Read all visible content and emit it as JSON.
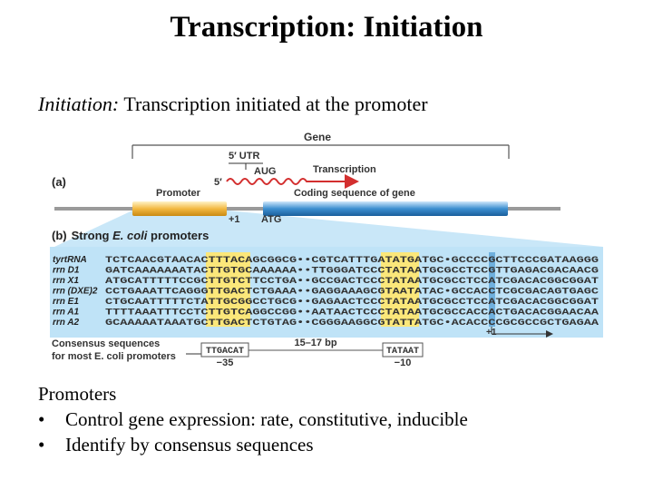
{
  "title": "Transcription: Initiation",
  "subtitle": {
    "lead": "Initiation:",
    "rest": " Transcription initiated at the promoter"
  },
  "figure": {
    "panel_a": {
      "label": "(a)",
      "gene": "Gene",
      "utr": "5′ UTR",
      "aug": "AUG",
      "transcription": "Transcription",
      "five_prime": "5′",
      "promoter": "Promoter",
      "coding": "Coding sequence of gene",
      "plus_one": "+1",
      "atg": "ATG"
    },
    "panel_b": {
      "label": "(b)",
      "title_prefix": "Strong ",
      "title_species": "E. coli",
      "title_suffix": " promoters",
      "rows": [
        {
          "name": "tyrtRNA",
          "seq": "TCTCAACGTAACACTTTACAGCGGCG••CGTCATTTGATATGATGC•GCCCCGCTTCCCGATAAGGG"
        },
        {
          "name": "rrn D1",
          "seq": "GATCAAAAAAATACTTGTGCAAAAAA••TTGGGATCCCTATAATGCGCCTCCGTTGAGACGACAACG"
        },
        {
          "name": "rrn X1",
          "seq": "ATGCATTTTTCCGCTTGTCTTCCTGA••GCCGACTCCCTATAATGCGCCTCCATCGACACGGCGGAT"
        },
        {
          "name": "rrn (DXE)2",
          "seq": "CCTGAAATTCAGGGTTGACTCTGAAA••GAGGAAAGCGTAATATAC•GCCACCTCGCGACAGTGAGC"
        },
        {
          "name": "rrn E1",
          "seq": "CTGCAATTTTTCTATTGCGGCCTGCG••GAGAACTCCCTATAATGCGCCTCCATCGACACGGCGGAT"
        },
        {
          "name": "rrn A1",
          "seq": "TTTTAAATTTCCTCTTGTCAGGCCGG••AATAACTCCCTATAATGCGCCACCACTGACACGGAACAA"
        },
        {
          "name": "rrn A2",
          "seq": "GCAAAAATAAATGCTTGACTCTGTAG••CGGGAAGGCGTATTATGC•ACACCCCGCGCCGCTGAGAA"
        }
      ],
      "plus_one": "+1",
      "consensus_label_1": "Consensus sequences",
      "consensus_label_2": "for most E. coli promoters",
      "box35": "TTGACAT",
      "box10": "TATAAT",
      "pos35": "−35",
      "pos10": "−10",
      "spacer": "15–17 bp"
    }
  },
  "bullets_heading": "Promoters",
  "bullets": [
    "Control gene expression: rate, constitutive, inducible",
    "Identify by consensus sequences"
  ],
  "colors": {
    "promoter_bar": "#f3b942",
    "coding_bar": "#3d8fd0",
    "dna_line": "#9a9a9a",
    "panel_bg": "#bfe3f7",
    "highlight_yellow": "#fbe77a",
    "highlight_blue": "#6fb0de",
    "transcript_red": "#d32f2f"
  }
}
